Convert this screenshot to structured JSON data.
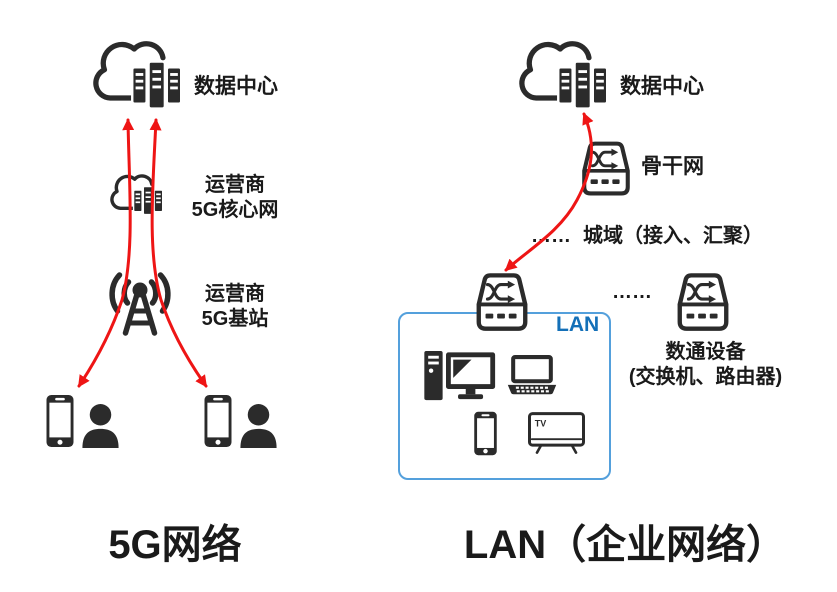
{
  "colors": {
    "arrow_red": "#ee1515",
    "icon_dark": "#2b2b2b",
    "lan_border": "#54a0dc",
    "lan_blue": "#1470b8",
    "text_dark": "#1a1a1a"
  },
  "left": {
    "title": "5G网络",
    "datacenter_label": "数据中心",
    "core_line1": "运营商",
    "core_line2": "5G核心网",
    "bs_line1": "运营商",
    "bs_line2": "5G基站"
  },
  "right": {
    "title": "LAN（企业网络）",
    "datacenter_label": "数据中心",
    "backbone_label": "骨干网",
    "metro_dots": "……",
    "metro_label": "城域（接入、汇聚）",
    "mid_dots": "……",
    "devices_line1": "数通设备",
    "devices_line2": "(交换机、路由器)",
    "lan_label": "LAN",
    "tv": "TV"
  }
}
